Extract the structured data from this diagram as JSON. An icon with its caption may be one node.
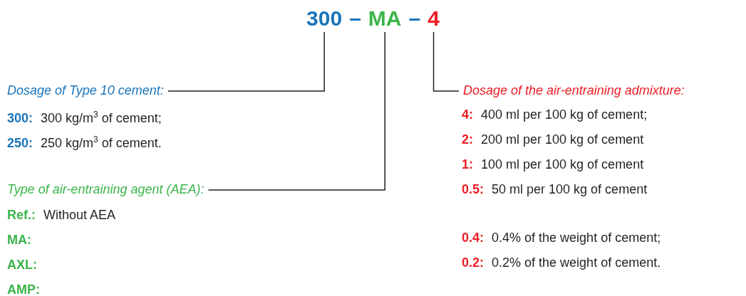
{
  "diagram": {
    "nodes": [
      {
        "text": [
          "300"
        ]
      },
      {
        "text": [
          "MA"
        ]
      },
      {
        "text": [
          "4"
        ]
      },
      {
        "text": [
          "Dosage of Type 10 cement:"
        ],
        "beside": [
          "**300:** 300 kg/m$^{3}$ of cement;",
          "**250:** 250 kg/m$^{3}$ of cement."
        ]
      },
      {
        "text": [
          "Type of air-entraining agent (AEA):"
        ],
        "beside": [
          "**Ref.:** Without AEA",
          "**MA:**",
          "**AXL:**",
          "**AMP:**"
        ]
      },
      {
        "text": [
          "Dosage of the air-entraining admixture:"
        ],
        "beside": [
          "**4:** 400 ml per 100 kg of cement;",
          "**2:** 200 ml per 100 kg of cement",
          "**1:** 100 ml per 100 kg of cement",
          "**0.5:** 50 ml per 100 kg of cement",
          "**0.4:** 0.4% of the weight of cement;",
          "**0.2:** 0.2% of the weight of cement."
        ]
      }
    ],
    "edges": [
      {
        "from": 0,
        "to": 3,
        "arrow": "none"
      },
      {
        "from": 1,
        "to": 4,
        "arrow": "none"
      },
      {
        "from": 2,
        "to": 5,
        "arrow": "none"
      }
    ],
    "labels": [
      "–",
      "–"
    ]
  }
}
